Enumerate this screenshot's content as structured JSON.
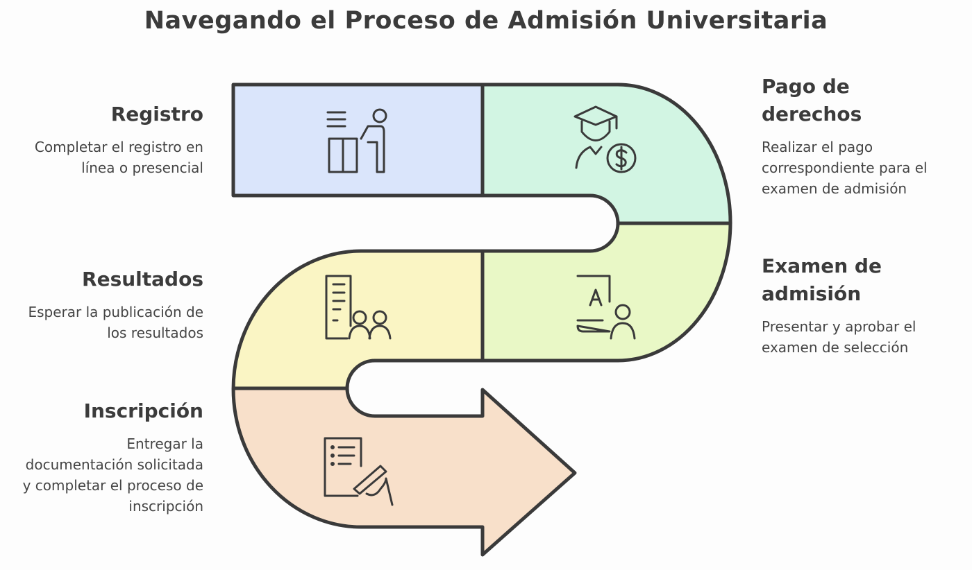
{
  "title": "Navegando el Proceso de Admisión Universitaria",
  "steps": [
    {
      "title": "Registro",
      "description": "Completar el registro en línea o presencial",
      "color": "#dae5fb",
      "icon": "person-at-desk-icon"
    },
    {
      "title": "Pago de derechos",
      "description": "Realizar el pago correspondiente para el examen de admisión",
      "color": "#d2f5e3",
      "icon": "graduate-payment-icon"
    },
    {
      "title": "Examen de admisión",
      "description": "Presentar y aprobar el examen de selección",
      "color": "#e9f8c6",
      "icon": "exam-book-person-icon"
    },
    {
      "title": "Resultados",
      "description": "Esperar la publicación de los resultados",
      "color": "#faf5c4",
      "icon": "results-document-people-icon"
    },
    {
      "title": "Inscripción",
      "description": "Entregar la documentación solicitada y completar el proceso de inscripción",
      "color": "#f8e0ca",
      "icon": "document-signing-icon"
    }
  ]
}
